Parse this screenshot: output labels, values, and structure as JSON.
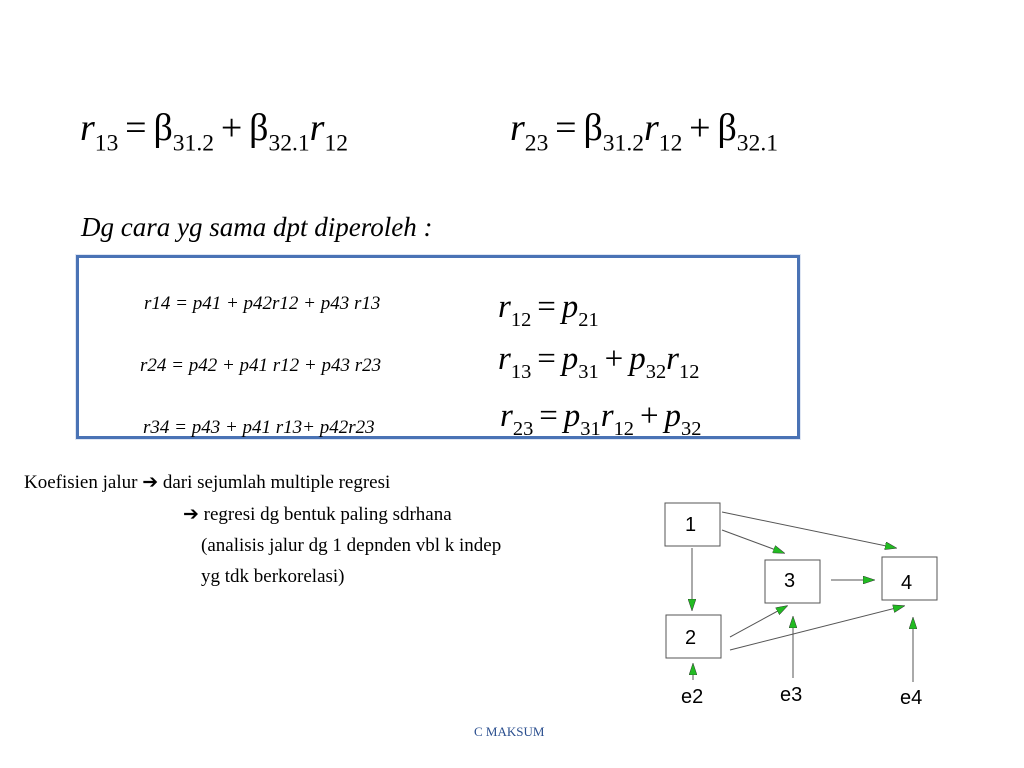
{
  "top_equations": {
    "left": {
      "r": "r",
      "r_sub": "13",
      "eq": "=",
      "b1": "β",
      "b1_sub": "31.2",
      "plus": "+",
      "b2": "β",
      "b2_sub": "32.1",
      "r2": "r",
      "r2_sub": "12"
    },
    "right": {
      "r": "r",
      "r_sub": "23",
      "eq": "=",
      "b1": "β",
      "b1_sub": "31.2",
      "r2": "r",
      "r2_sub": "12",
      "plus": "+",
      "b2": "β",
      "b2_sub": "32.1"
    }
  },
  "heading": "Dg cara yg sama dpt diperoleh :",
  "box": {
    "lines": [
      "r14 = p41 + p42r12 + p43 r13",
      "r24 = p42 + p41 r12 + p43 r23",
      "r34 = p43 + p41 r13+ p42r23"
    ],
    "eq1": {
      "r": "r",
      "r_sub": "12",
      "eq": "=",
      "p": "p",
      "p_sub": "21"
    },
    "eq2": {
      "r": "r",
      "r_sub": "13",
      "eq": "=",
      "p1": "p",
      "p1_sub": "31",
      "plus": "+",
      "p2": "p",
      "p2_sub": "32",
      "r2": "r",
      "r2_sub": "12"
    },
    "eq3": {
      "r": "r",
      "r_sub": "23",
      "eq": "=",
      "p1": "p",
      "p1_sub": "31",
      "r2": "r",
      "r2_sub": "12",
      "plus": "+",
      "p2": "p",
      "p2_sub": "32"
    }
  },
  "notes": {
    "line1_prefix": "Koefisien jalur ",
    "arrow": "➔",
    "line1_suffix": " dari sejumlah multiple regresi",
    "line2_suffix": " regresi dg bentuk paling sdrhana",
    "line3": "(analisis jalur dg 1 depnden vbl k indep",
    "line4": "yg tdk berkorelasi)"
  },
  "diagram": {
    "nodes": [
      "1",
      "2",
      "3",
      "4"
    ],
    "errors": [
      "e2",
      "e3",
      "e4"
    ],
    "arrow_color": "#22bb22"
  },
  "footer": "C MAKSUM"
}
